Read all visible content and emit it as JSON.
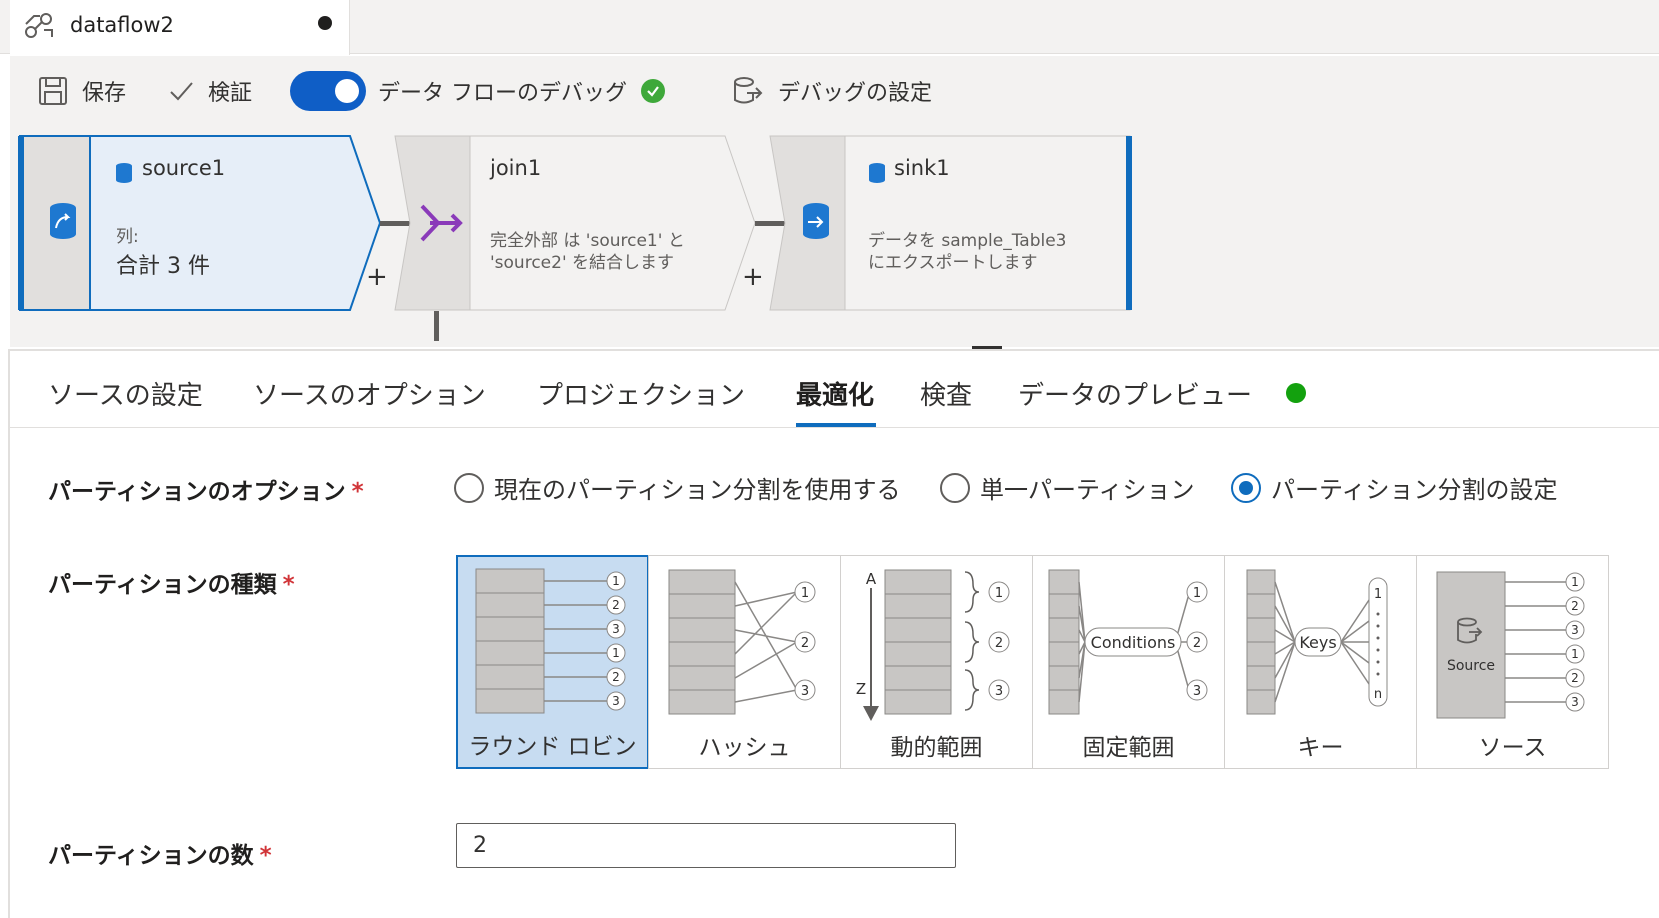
{
  "tab": {
    "title": "dataflow2"
  },
  "toolbar": {
    "save_label": "保存",
    "validate_label": "検証",
    "debug_label": "データ フローのデバッグ",
    "debug_settings_label": "デバッグの設定"
  },
  "canvas": {
    "source": {
      "name": "source1",
      "columns_label": "列:",
      "columns_value": "合計 3 件"
    },
    "join": {
      "name": "join1",
      "desc_line1": "完全外部 は 'source1' と",
      "desc_line2": "'source2' を結合します"
    },
    "sink": {
      "name": "sink1",
      "desc_line1": "データを sample_Table3",
      "desc_line2": "にエクスポートします"
    }
  },
  "settings_tabs": [
    {
      "label": "ソースの設定"
    },
    {
      "label": "ソースのオプション"
    },
    {
      "label": "プロジェクション"
    },
    {
      "label": "最適化",
      "active": true
    },
    {
      "label": "検査"
    },
    {
      "label": "データのプレビュー"
    }
  ],
  "form": {
    "partition_option_label": "パーティションのオプション",
    "partition_options": [
      {
        "label": "現在のパーティション分割を使用する",
        "selected": false
      },
      {
        "label": "単一パーティション",
        "selected": false
      },
      {
        "label": "パーティション分割の設定",
        "selected": true
      }
    ],
    "partition_type_label": "パーティションの種類",
    "partition_types": [
      {
        "label": "ラウンド ロビン",
        "selected": true
      },
      {
        "label": "ハッシュ",
        "selected": false
      },
      {
        "label": "動的範囲",
        "selected": false
      },
      {
        "label": "固定範囲",
        "selected": false
      },
      {
        "label": "キー",
        "selected": false
      },
      {
        "label": "ソース",
        "selected": false
      }
    ],
    "diagram_text": {
      "conditions": "Conditions",
      "keys": "Keys",
      "source": "Source",
      "range_start": "A",
      "range_end": "Z",
      "last_key": "n"
    },
    "partition_count_label": "パーティションの数",
    "partition_count_value": "2",
    "required_mark": "*"
  },
  "colors": {
    "accent": "#0f6cbd",
    "toggle": "#0f5ec6",
    "success": "#13a10e",
    "required": "#d13438"
  }
}
